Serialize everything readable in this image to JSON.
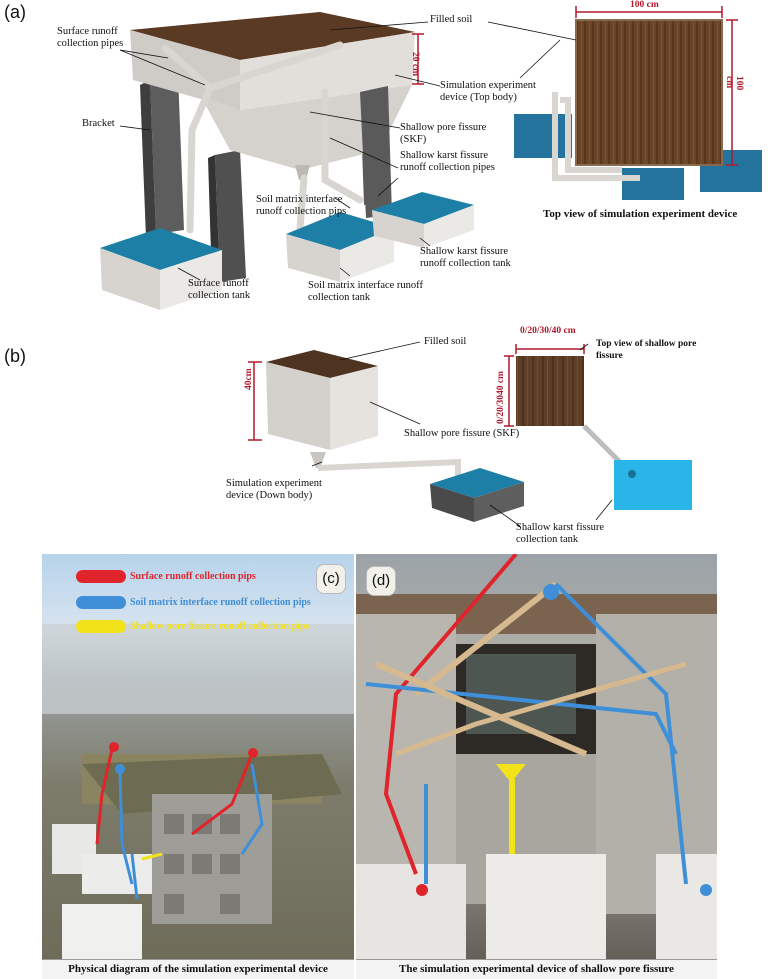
{
  "panel_a": {
    "letter": "(a)",
    "labels": {
      "surface_runoff_pipes": "Surface runoff collection pipes",
      "bracket": "Bracket",
      "filled_soil": "Filled soil",
      "depth": "20 cm",
      "sim_top": "Simulation experiment device (Top body)",
      "skf": "Shallow pore fissure (SKF)",
      "karst_pipes": "Shallow karst fissure runoff collection pipes",
      "matrix_pipes": "Soil matrix interface runoff collection pips",
      "karst_tank": "Shallow karst fissure runoff collection tank",
      "matrix_tank": "Soil matrix interface runoff collection tank",
      "surface_tank": "Surface runoff collection tank"
    },
    "top_view": {
      "width_dim": "100 cm",
      "height_dim": "100 cm",
      "caption": "Top view of simulation experiment device"
    }
  },
  "panel_b": {
    "letter": "(b)",
    "labels": {
      "filled_soil": "Filled soil",
      "height_dim": "40cm",
      "skf": "Shallow pore fissure (SKF)",
      "sim_down": "Simulation experiment device (Down body)",
      "karst_tank": "Shallow karst fissure collection tank"
    },
    "top_view": {
      "width_dim": "0/20/30/40 cm",
      "height_dim": "0/20/3040 cm",
      "caption": "Top view of shallow pore fissure"
    }
  },
  "panel_c": {
    "letter": "(c)",
    "legend": [
      {
        "label": "Surface runoff collection pips",
        "color": "#e0242b"
      },
      {
        "label": "Soil matrix interface runoff collection pips",
        "color": "#3f8fd8"
      },
      {
        "label": "Shallow pore fissure runoff collection pips",
        "color": "#f2e21a"
      }
    ],
    "caption": "Physical diagram of the simulation experimental device"
  },
  "panel_d": {
    "letter": "(d)",
    "caption": "The simulation experimental device of shallow pore fissure"
  },
  "colors": {
    "tank_lid": "#1d7fa6",
    "soil": "#5a3a22",
    "body": "#d9d6d1",
    "dimension": "#b2182b",
    "surface_pipe": "#e0242b",
    "matrix_pipe": "#3f8fd8",
    "fissure_pipe": "#f2e21a"
  }
}
